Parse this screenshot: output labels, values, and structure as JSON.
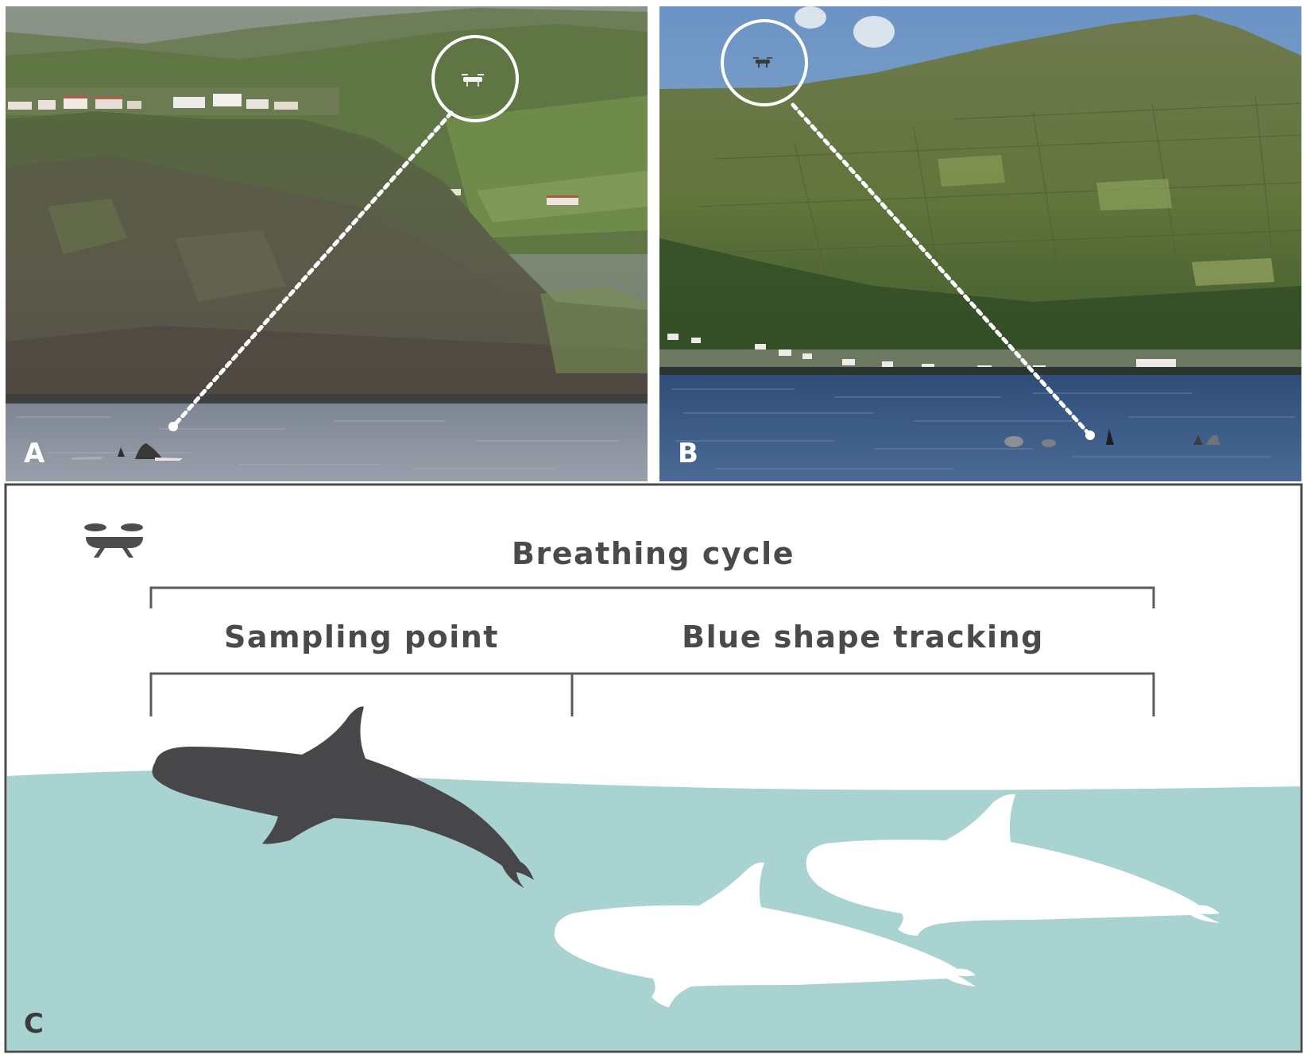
{
  "panels": {
    "a": {
      "label": "A"
    },
    "b": {
      "label": "B"
    },
    "c": {
      "label": "C"
    }
  },
  "diagram": {
    "breathing_cycle": "Breathing cycle",
    "sampling_point": "Sampling point",
    "blue_shape_tracking": "Blue shape tracking"
  },
  "colors": {
    "sea": "#a9d3d0",
    "whale_dark": "#474749",
    "whale_light": "#ffffff",
    "bracket": "#5a5a5a",
    "drone": "#4d4d4f"
  },
  "icons": {
    "drone": "drone-icon",
    "circle": "drone-highlight-circle"
  }
}
